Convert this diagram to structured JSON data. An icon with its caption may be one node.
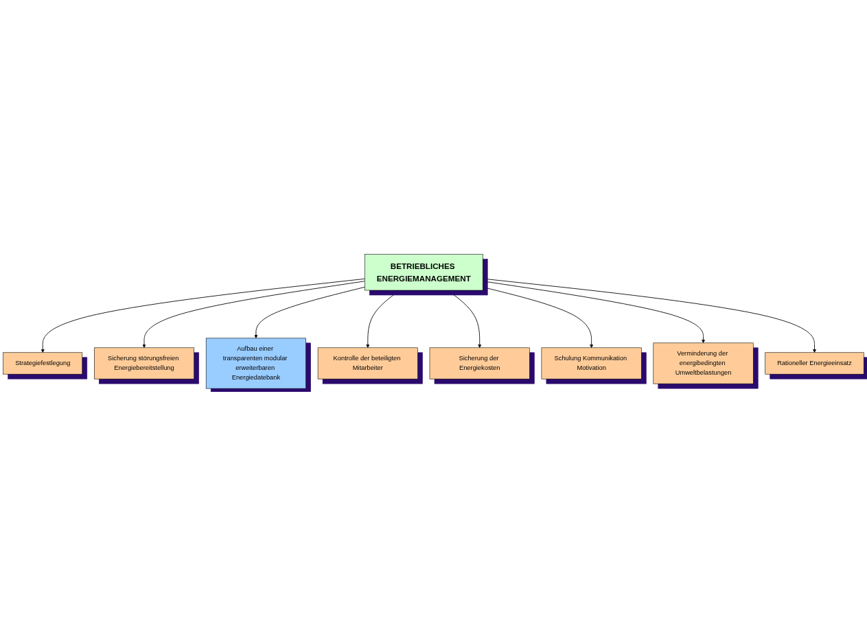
{
  "diagram": {
    "nodes": [
      {
        "text": [
          "Strategiefestlegung"
        ]
      },
      {
        "text": [
          "Sicherung störungsfreien Energiebereitstellung"
        ]
      },
      {
        "text": [
          "Aufbau einer transparenten modular erweiterbaren Energiedatebank"
        ]
      },
      {
        "text": [
          "Kontrolle der beteiligten Mitarbeiter"
        ]
      },
      {
        "text": [
          "BETRIEBLICHES ENERGIEMANAGEMENT"
        ]
      },
      {
        "text": [
          "Sicherung der Energiekosten"
        ]
      },
      {
        "text": [
          "Schulung Kommunikation Motivation"
        ]
      },
      {
        "text": [
          "Verminderung der energibedingten Umweltbelastungen"
        ]
      },
      {
        "text": [
          "Rationeller Energieeinsatz"
        ]
      }
    ],
    "edges": [
      {
        "from": 4,
        "to": 0,
        "arrow": "to"
      },
      {
        "from": 4,
        "to": 1,
        "arrow": "to"
      },
      {
        "from": 4,
        "to": 2,
        "arrow": "to"
      },
      {
        "from": 4,
        "to": 3,
        "arrow": "to"
      },
      {
        "from": 4,
        "to": 5,
        "arrow": "to"
      },
      {
        "from": 4,
        "to": 6,
        "arrow": "to"
      },
      {
        "from": 4,
        "to": 7,
        "arrow": "to"
      },
      {
        "from": 4,
        "to": 8,
        "arrow": "to"
      }
    ]
  }
}
